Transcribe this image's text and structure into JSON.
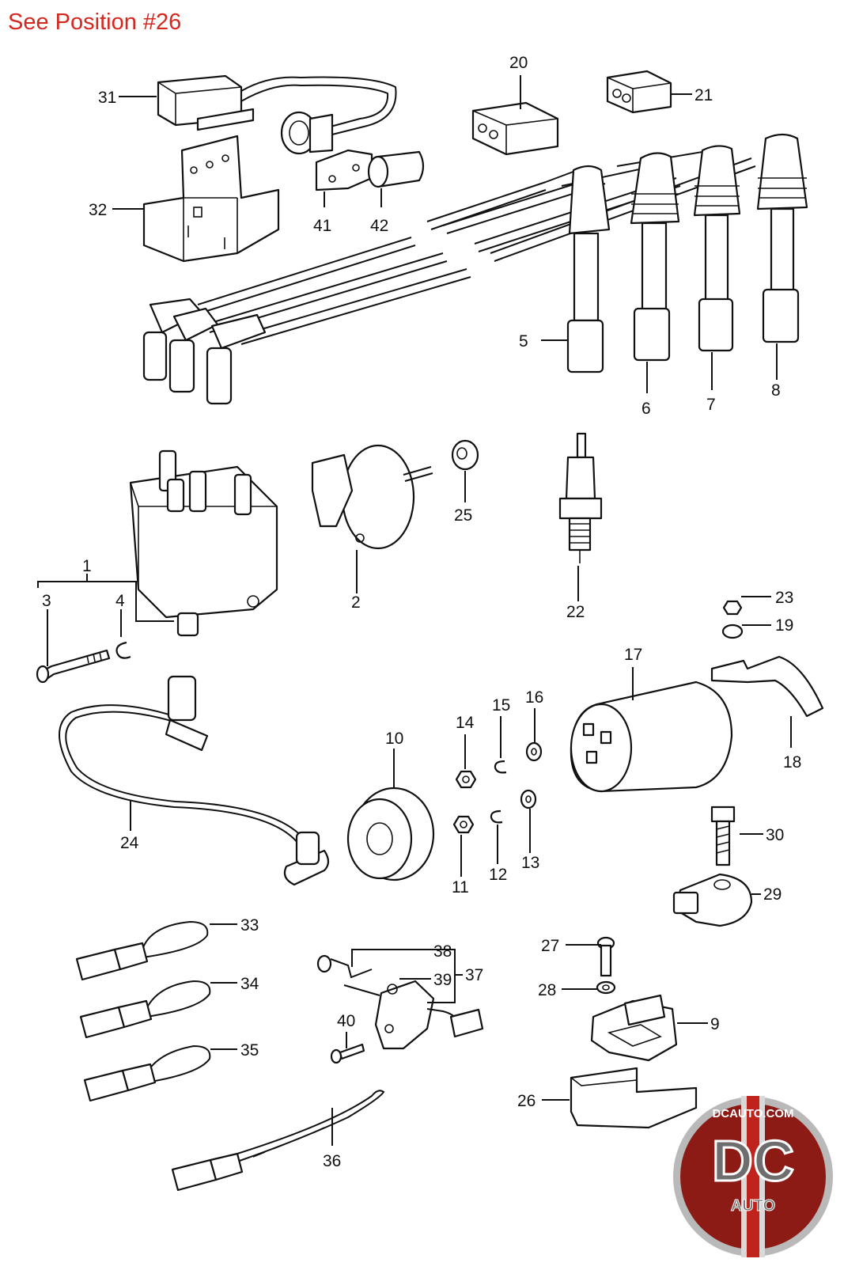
{
  "header": {
    "text": "See Position #26",
    "color": "#d4271f"
  },
  "callouts": {
    "c1": "1",
    "c2": "2",
    "c3": "3",
    "c4": "4",
    "c5": "5",
    "c6": "6",
    "c7": "7",
    "c8": "8",
    "c9": "9",
    "c10": "10",
    "c11": "11",
    "c12": "12",
    "c13": "13",
    "c14": "14",
    "c15": "15",
    "c16": "16",
    "c17": "17",
    "c18": "18",
    "c19": "19",
    "c20": "20",
    "c21": "21",
    "c22": "22",
    "c23": "23",
    "c24": "24",
    "c25": "25",
    "c26": "26",
    "c27": "27",
    "c28": "28",
    "c29": "29",
    "c30": "30",
    "c31": "31",
    "c32": "32",
    "c33": "33",
    "c34": "34",
    "c35": "35",
    "c36": "36",
    "c37": "37",
    "c38": "38",
    "c39": "39",
    "c40": "40",
    "c41": "41",
    "c42": "42"
  },
  "logo": {
    "top_text": "DCAUTO.COM",
    "main_text": "DC",
    "bottom_text": "AUTO",
    "colors": {
      "red": "#c0221c",
      "grey": "#6e6e6e",
      "ring": "#b9b9b9"
    }
  }
}
